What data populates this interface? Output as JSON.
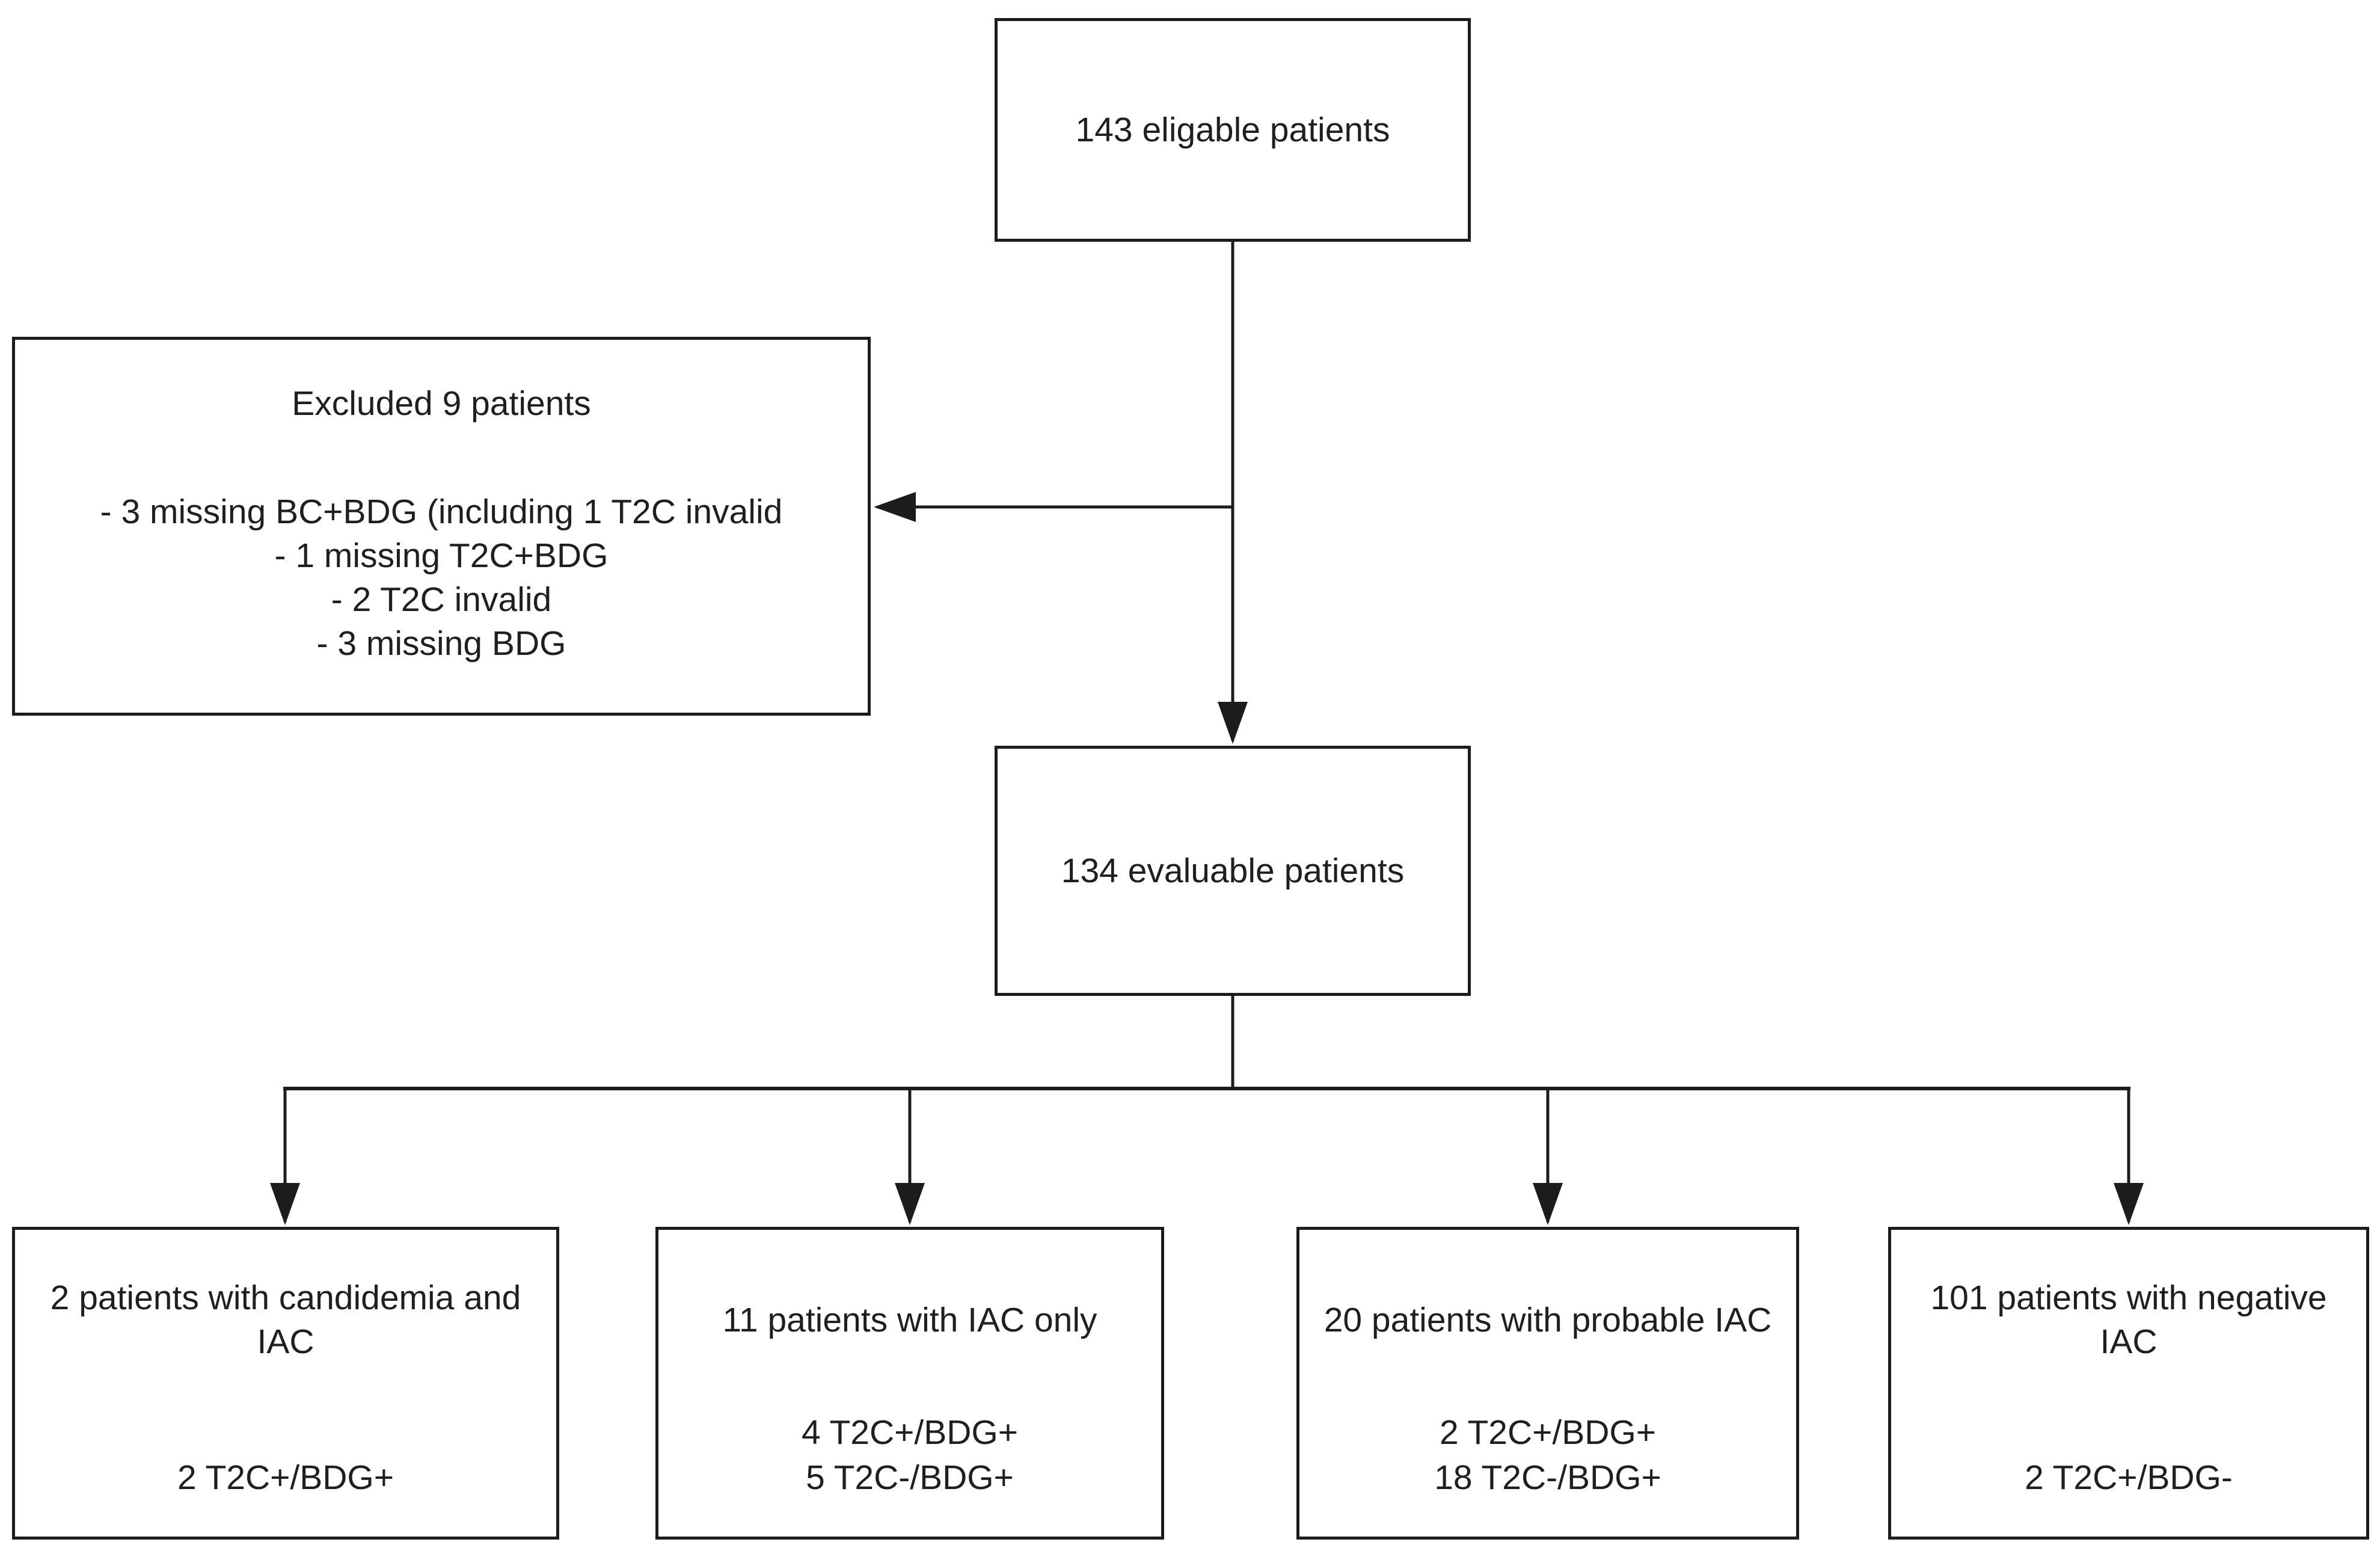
{
  "figure": {
    "boxes": {
      "eligible": {
        "text": "143 eligable patients"
      },
      "excluded": {
        "title": "Excluded 9 patients",
        "items": [
          "- 3 missing BC+BDG (including 1 T2C invalid",
          "- 1 missing T2C+BDG",
          "- 2 T2C invalid",
          "- 3 missing BDG"
        ]
      },
      "evaluable": {
        "text": "134 evaluable patients"
      },
      "outcomes": [
        {
          "title": "2 patients with candidemia and IAC",
          "lines": [
            "2 T2C+/BDG+"
          ]
        },
        {
          "title": "11 patients with IAC only",
          "lines": [
            "4 T2C+/BDG+",
            "5 T2C-/BDG+"
          ]
        },
        {
          "title": "20 patients with probable IAC",
          "lines": [
            "2 T2C+/BDG+",
            "18 T2C-/BDG+"
          ]
        },
        {
          "title": "101 patients with negative IAC",
          "lines": [
            "2 T2C+/BDG-"
          ]
        }
      ]
    },
    "colors": {
      "line": "#1c1c1c",
      "border": "#1c1c1c",
      "background": "#ffffff",
      "text": "#1f1f1f"
    }
  }
}
